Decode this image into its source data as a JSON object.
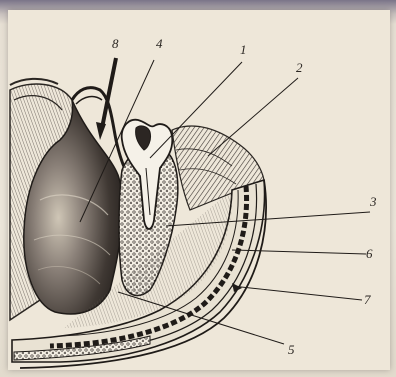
{
  "figure": {
    "labels": {
      "l1": "1",
      "l2": "2",
      "l3": "3",
      "l4": "4",
      "l5": "5",
      "l6": "6",
      "l7": "7",
      "l8": "8"
    },
    "colors": {
      "ink": "#2a2622",
      "paper": "#eee7d9",
      "dark_tissue": "#3a3430"
    }
  }
}
